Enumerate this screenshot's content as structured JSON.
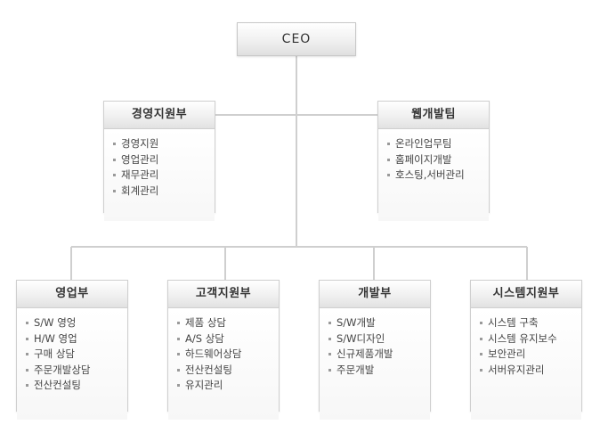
{
  "ceo": {
    "label": "CEO"
  },
  "depts": {
    "management": {
      "title": "경영지원부",
      "items": [
        "경영지원",
        "영업관리",
        "재무관리",
        "회계관리"
      ]
    },
    "web": {
      "title": "웹개발팀",
      "items": [
        "온라인업무팀",
        "홈페이지개발",
        "호스팅,서버관리"
      ]
    },
    "sales": {
      "title": "영업부",
      "items": [
        "S/W 영엉",
        "H/W 영업",
        "구매 상담",
        "주문개발상담",
        "전산컨설팅"
      ]
    },
    "support": {
      "title": "고객지원부",
      "items": [
        "제품 상담",
        "A/S 상담",
        "하드웨어상담",
        "전산컨설팅",
        "유지관리"
      ]
    },
    "dev": {
      "title": "개발부",
      "items": [
        "S/W개발",
        "S/W디자인",
        "신규제품개발",
        "주문개발"
      ]
    },
    "system": {
      "title": "시스템지원부",
      "items": [
        "시스템 구축",
        "시스템 유지보수",
        "보안관리",
        "서버유지관리"
      ]
    }
  }
}
